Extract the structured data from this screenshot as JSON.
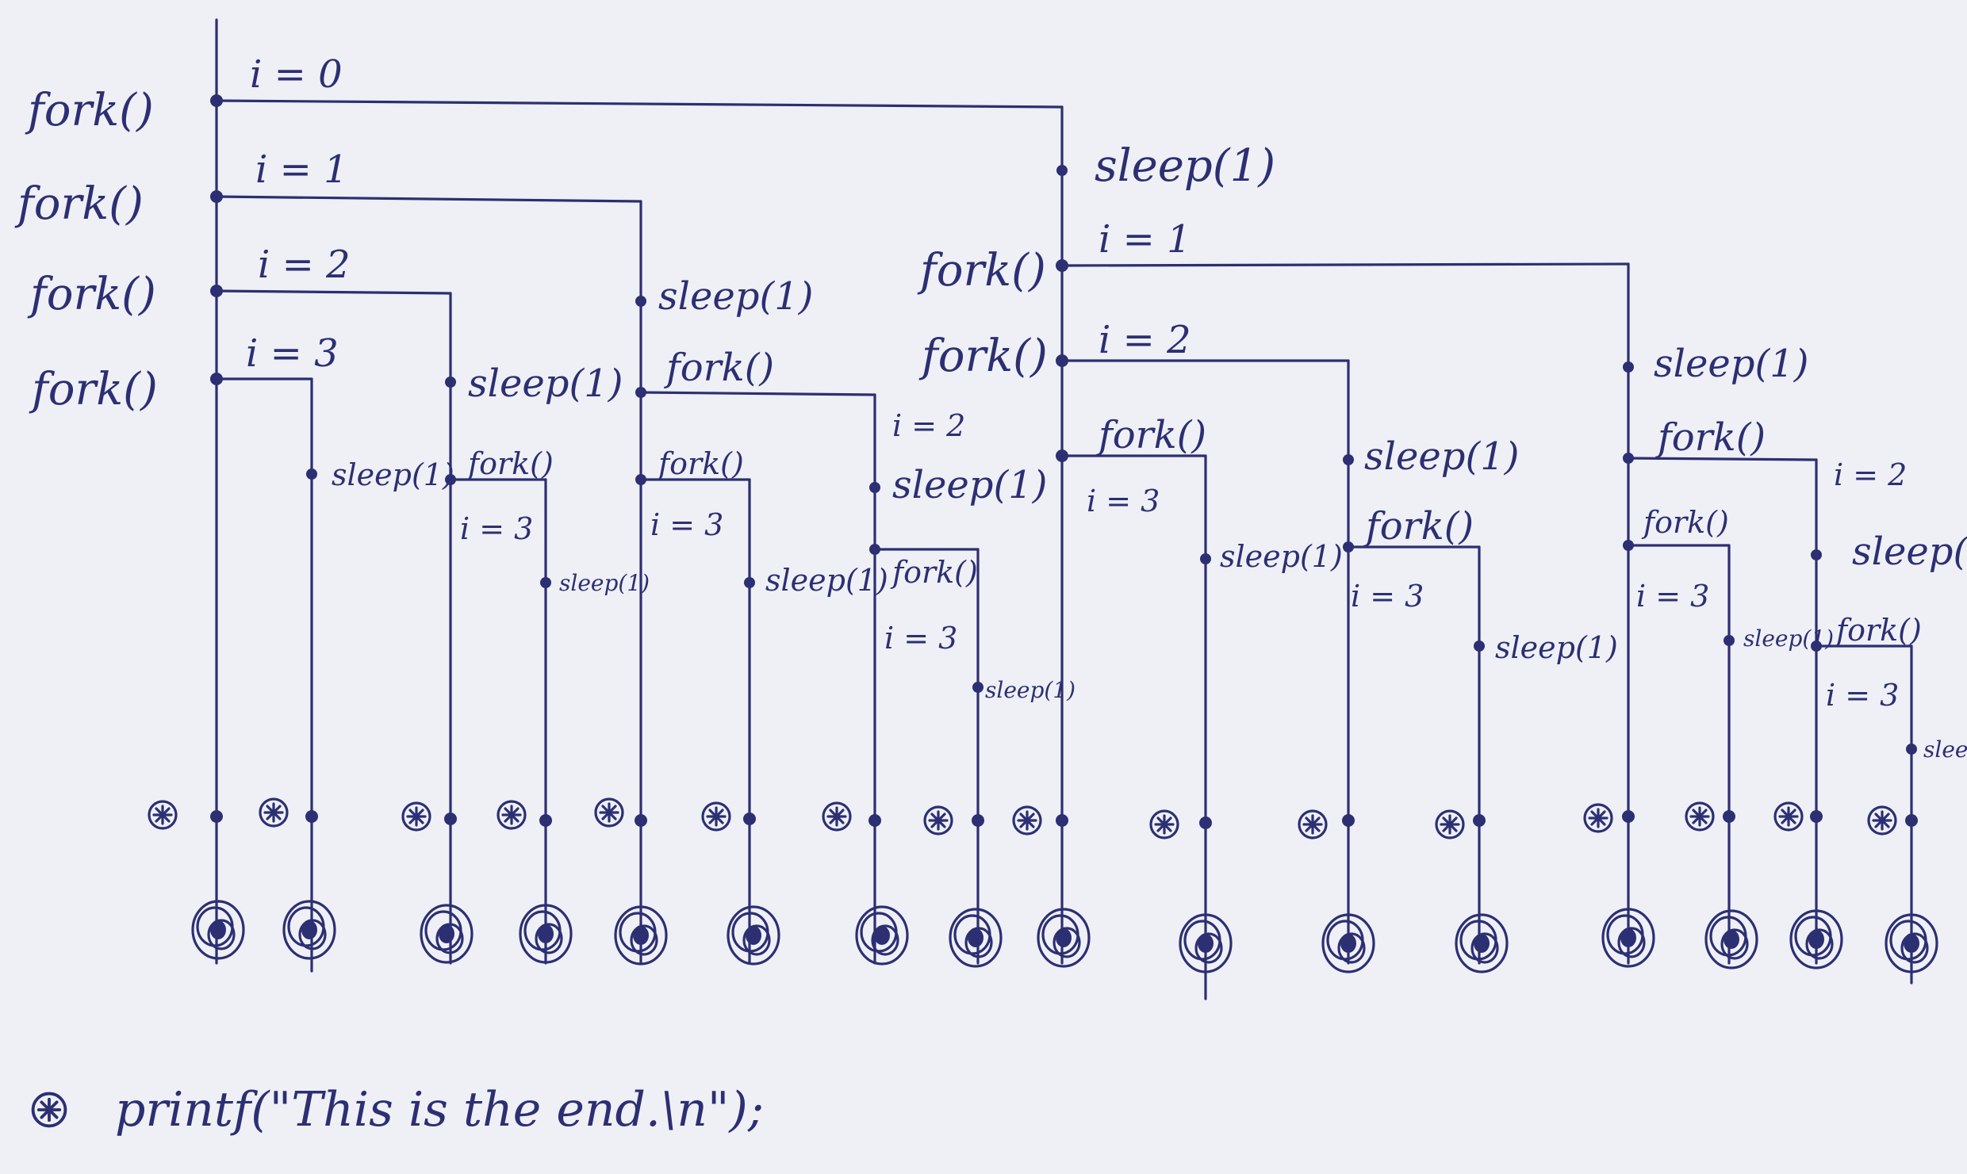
{
  "labels": {
    "fork": "fork()",
    "sleep": "sleep(1)",
    "i0": "i = 0",
    "i1": "i = 1",
    "i2": "i = 2",
    "i3": "i = 3"
  },
  "legend": {
    "symbol_name": "asterisk-circle-icon",
    "text": "printf(\"This is the end.\\n\");"
  },
  "colors": {
    "ink": "#2d2f73",
    "paper": "#eef0f5"
  }
}
